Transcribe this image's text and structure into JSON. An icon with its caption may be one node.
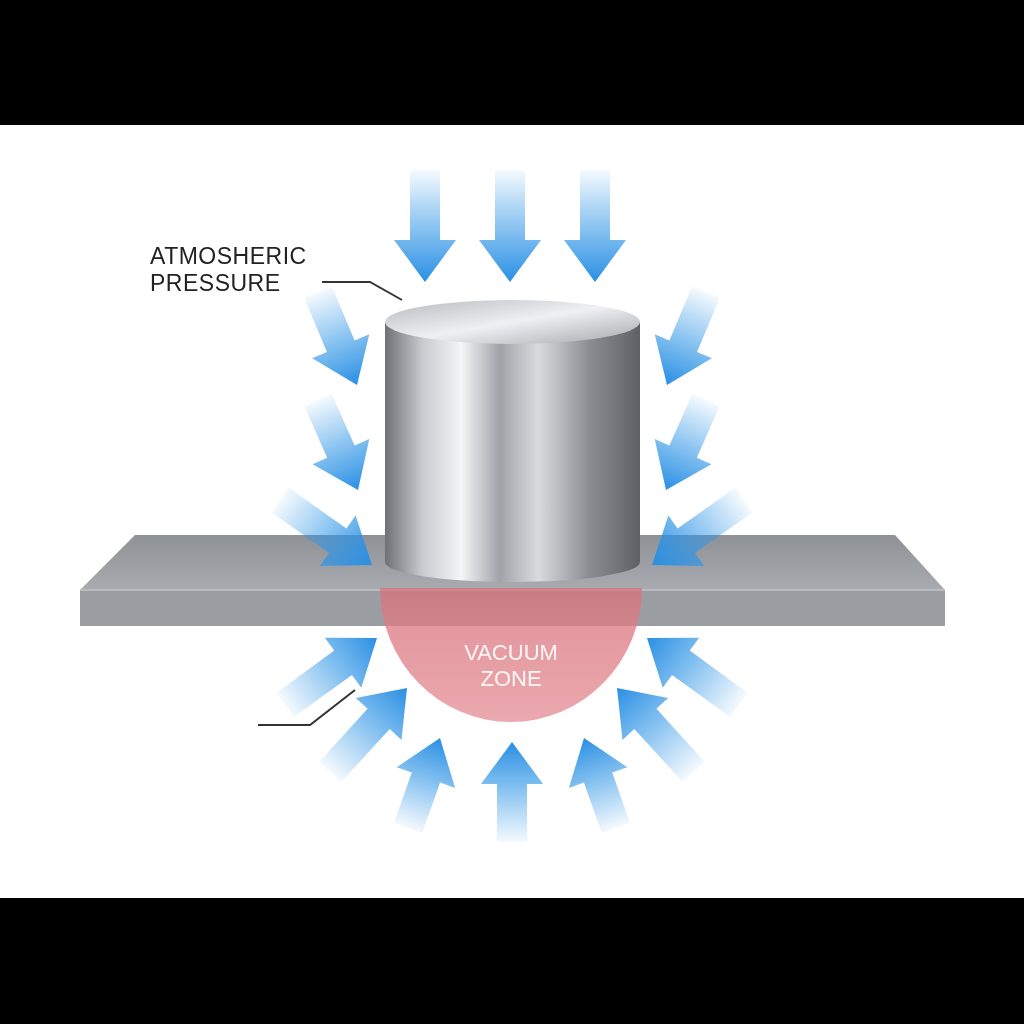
{
  "diagram": {
    "nodes": [
      {
        "text": [
          "ATMOSHERIC PRESSURE"
        ]
      },
      {
        "text": [],
        "shape": "cylinder"
      },
      {
        "text": [
          "VACUUM ZONE"
        ]
      }
    ],
    "edges": [
      {
        "from": 0,
        "to": 1,
        "arrow": "none"
      }
    ]
  }
}
